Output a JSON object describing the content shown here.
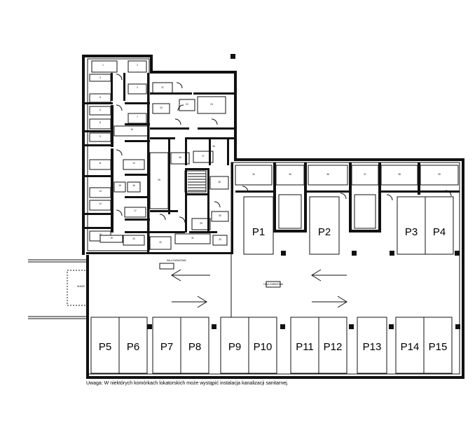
{
  "note": "Uwaga: W niektórych komórkach lokatorskich może wystąpić instalacja kanalizacji sanitarnej.",
  "parking_spots": [
    "P1",
    "P2",
    "P3",
    "P4",
    "P5",
    "P6",
    "P7",
    "P8",
    "P9",
    "P10",
    "P11",
    "P12",
    "P13",
    "P14",
    "P15"
  ],
  "garage_hall_label": "HALA GARAŻOWA",
  "entrance_label": "WJAZD",
  "cellar_labels": [
    "1",
    "2",
    "3",
    "4",
    "5",
    "6",
    "7",
    "8",
    "9",
    "10",
    "11",
    "12",
    "13",
    "14",
    "15",
    "16",
    "17",
    "18",
    "19",
    "20",
    "21",
    "22",
    "23",
    "24",
    "25",
    "26",
    "27",
    "28",
    "29",
    "30",
    "31",
    "32",
    "33",
    "34",
    "35",
    "36",
    "37",
    "38",
    "39",
    "40"
  ]
}
